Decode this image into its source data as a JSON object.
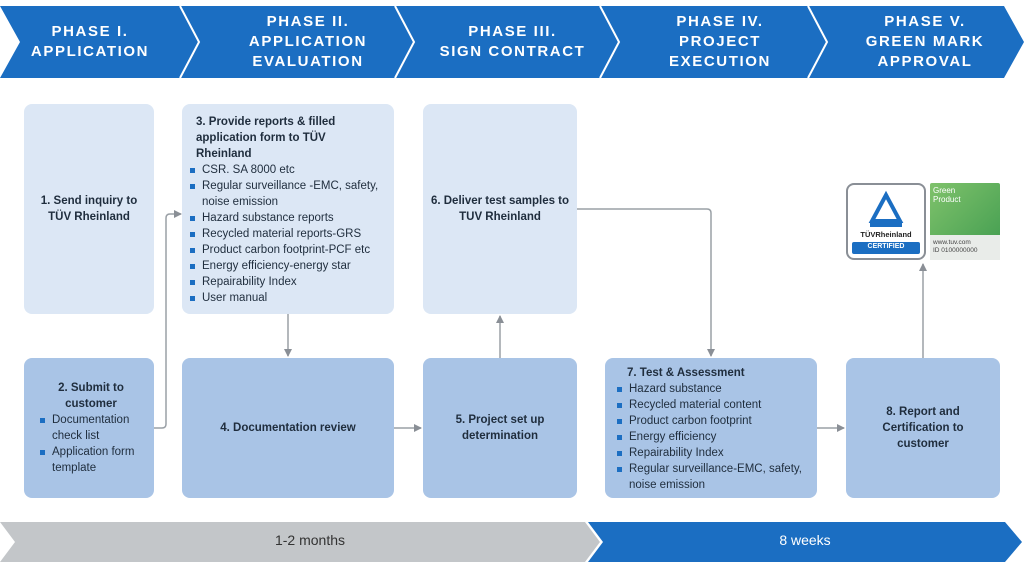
{
  "phases": [
    {
      "line1": "PHASE I.",
      "line2": "APPLICATION",
      "line3": ""
    },
    {
      "line1": "PHASE II.",
      "line2": "APPLICATION",
      "line3": "EVALUATION"
    },
    {
      "line1": "PHASE III.",
      "line2": "SIGN CONTRACT",
      "line3": ""
    },
    {
      "line1": "PHASE IV.",
      "line2": "PROJECT",
      "line3": "EXECUTION"
    },
    {
      "line1": "PHASE V.",
      "line2": "GREEN MARK",
      "line3": "APPROVAL"
    }
  ],
  "steps": {
    "s1": {
      "title": "1. Send inquiry to TÜV Rheinland"
    },
    "s2": {
      "title": "2. Submit to customer",
      "items": [
        "Documentation check list",
        "Application form template"
      ]
    },
    "s3": {
      "title": "3. Provide reports & filled application form to TÜV Rheinland",
      "items": [
        "CSR. SA 8000 etc",
        "Regular surveillance -EMC, safety, noise emission",
        "Hazard substance reports",
        "Recycled material reports-GRS",
        "Product carbon footprint-PCF etc",
        "Energy efficiency-energy star",
        "Repairability Index",
        "User manual"
      ]
    },
    "s4": {
      "title": "4. Documentation review"
    },
    "s5": {
      "title": "5. Project set up determination"
    },
    "s6": {
      "title": "6. Deliver test samples to TUV Rheinland"
    },
    "s7": {
      "title": "7. Test & Assessment",
      "items": [
        "Hazard substance",
        "Recycled material content",
        "Product carbon footprint",
        "Energy efficiency",
        "Repairability Index",
        "Regular surveillance-EMC, safety, noise emission"
      ]
    },
    "s8": {
      "title": "8. Report and Certification to customer"
    }
  },
  "badge": {
    "brand": "TÜVRheinland",
    "certified": "CERTIFIED",
    "green_line1": "Green",
    "green_line2": "Product",
    "web": "www.tuv.com",
    "id": "ID 0100000000"
  },
  "timeline": {
    "left": "1-2 months",
    "right": "8 weeks"
  },
  "colors": {
    "banner": "#1b6ec2",
    "box_light": "#dce7f5",
    "box_mid": "#a9c4e6",
    "timeline_gray": "#c3c6c9",
    "timeline_blue": "#1b6ec2"
  }
}
